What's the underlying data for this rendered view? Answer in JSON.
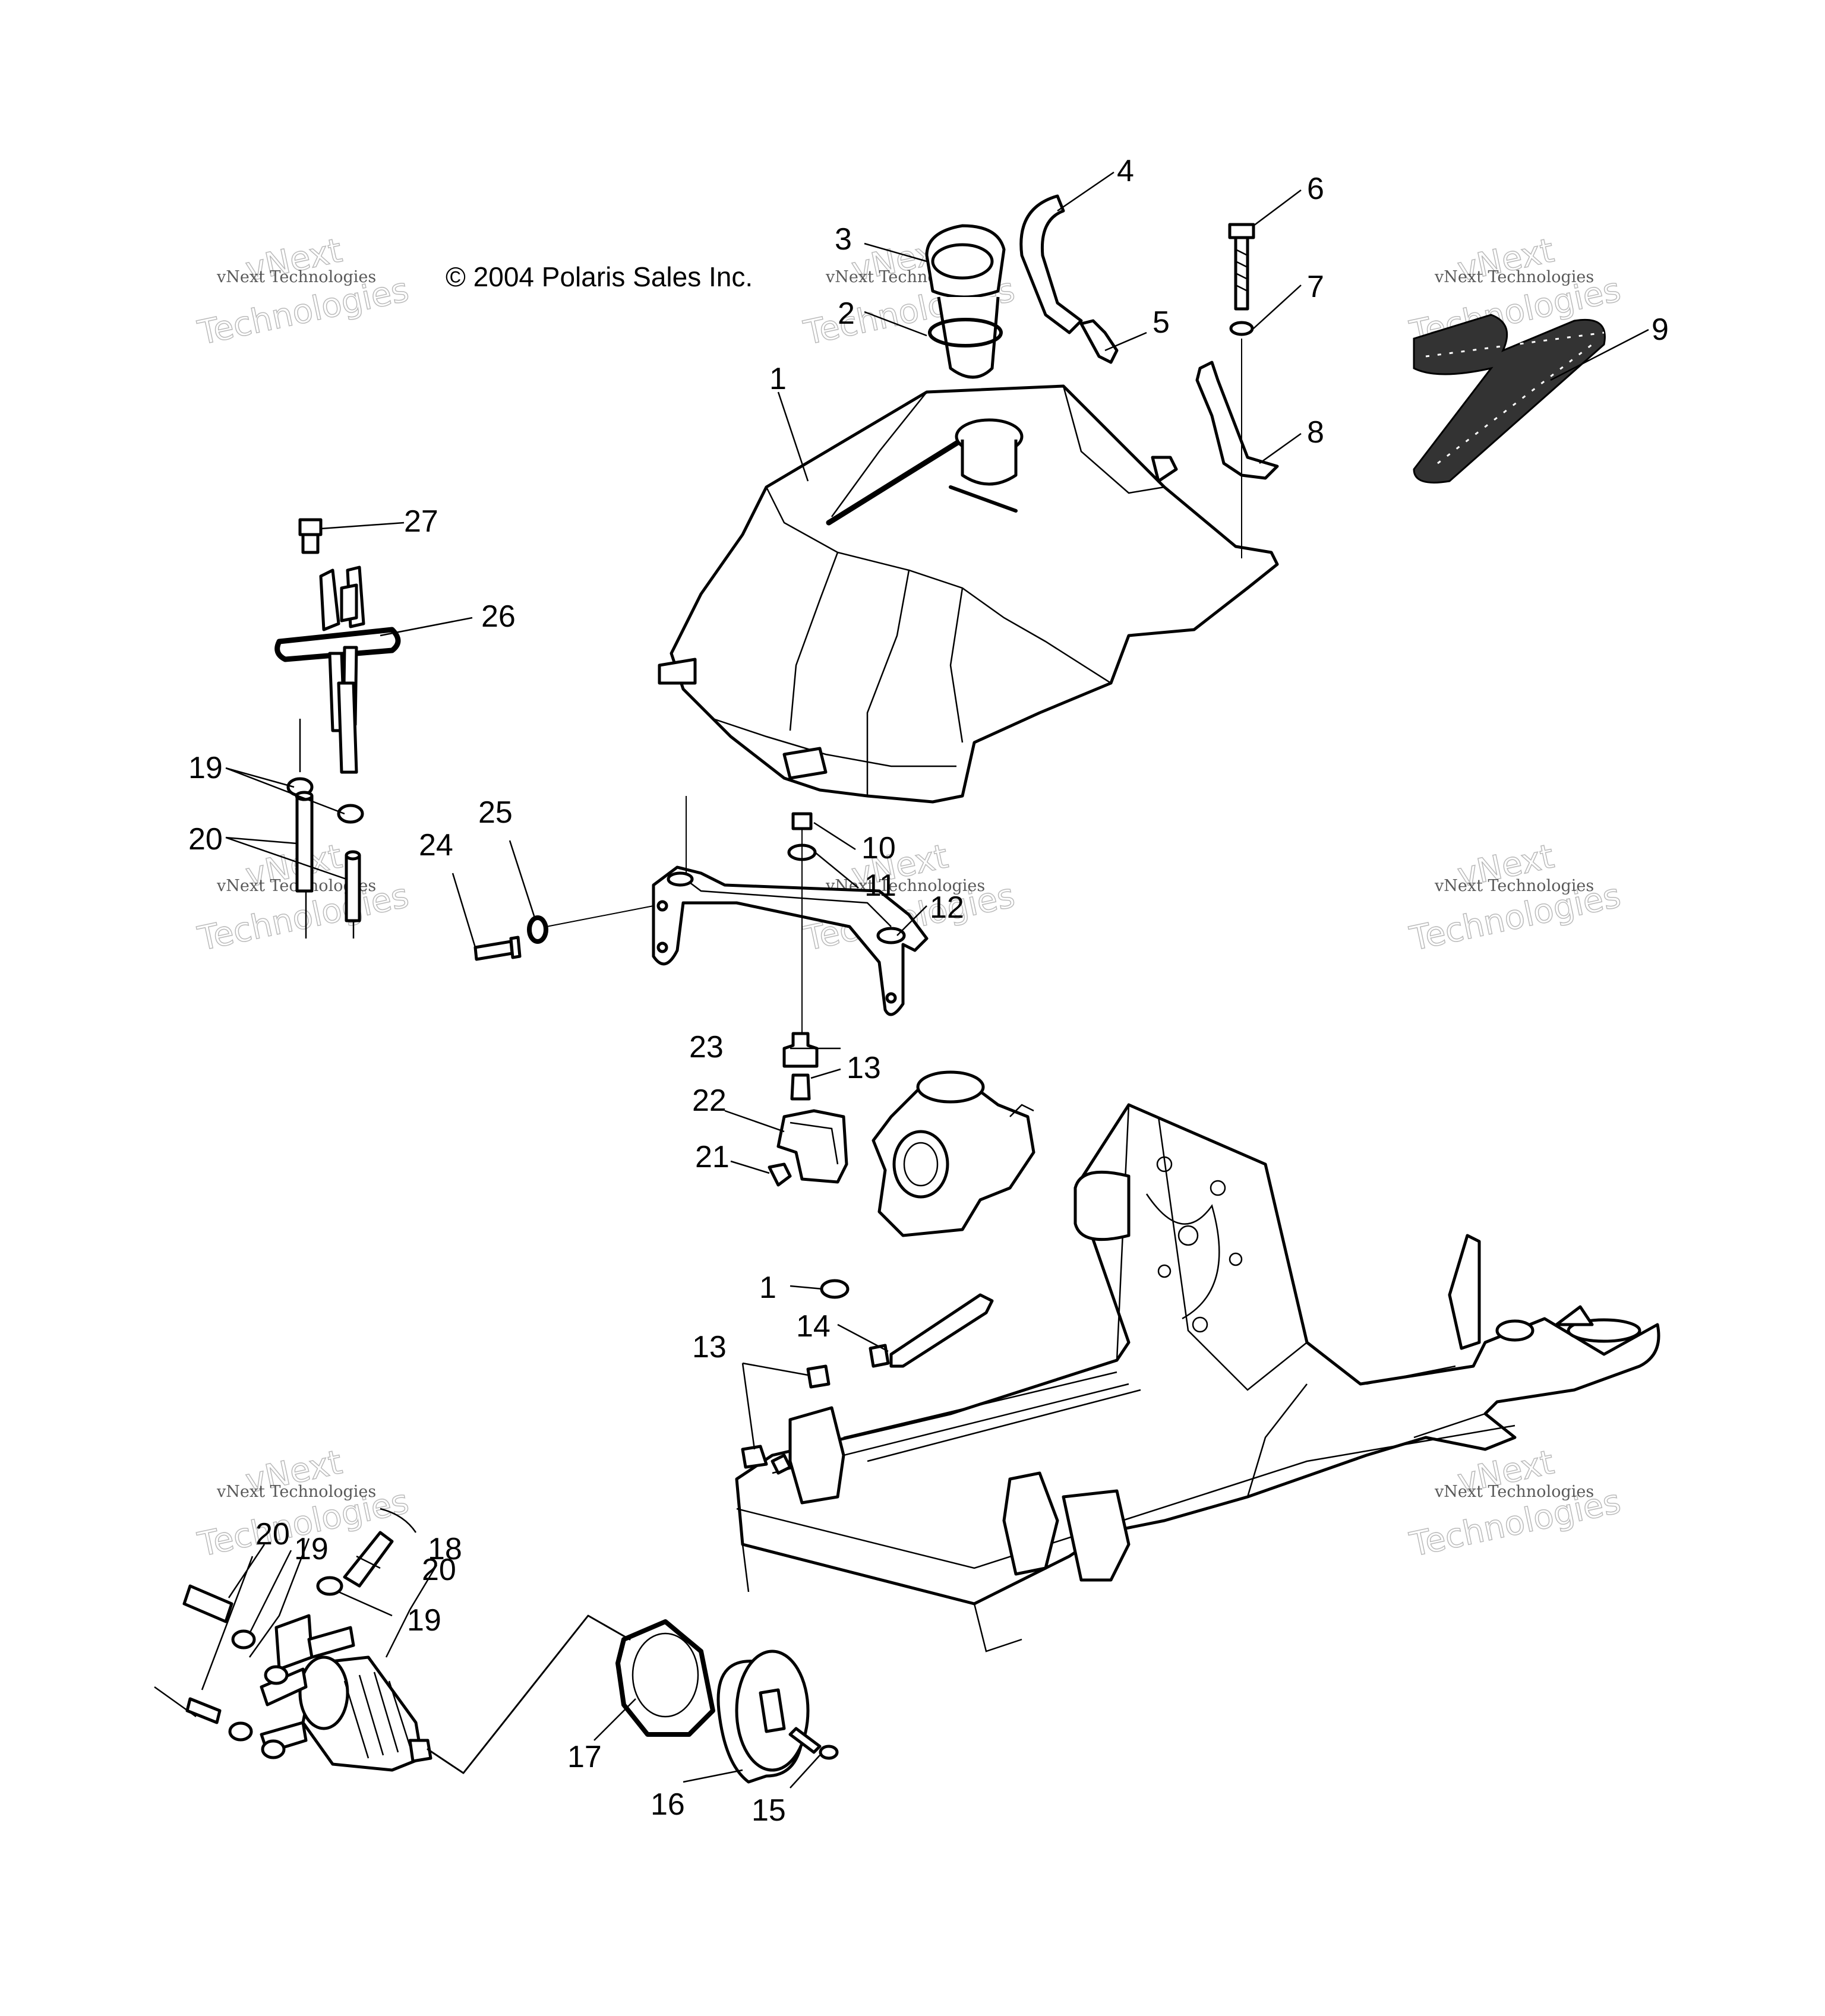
{
  "copyright": "© 2004 Polaris Sales Inc.",
  "watermark": {
    "small": "vNext Technologies",
    "large_top": "vNext",
    "large_bottom": "Technologies"
  },
  "callouts": [
    "1",
    "2",
    "3",
    "4",
    "5",
    "6",
    "7",
    "8",
    "9",
    "10",
    "11",
    "12",
    "13",
    "14",
    "15",
    "16",
    "17",
    "18",
    "19",
    "20",
    "21",
    "22",
    "23",
    "24",
    "25",
    "26",
    "27"
  ]
}
